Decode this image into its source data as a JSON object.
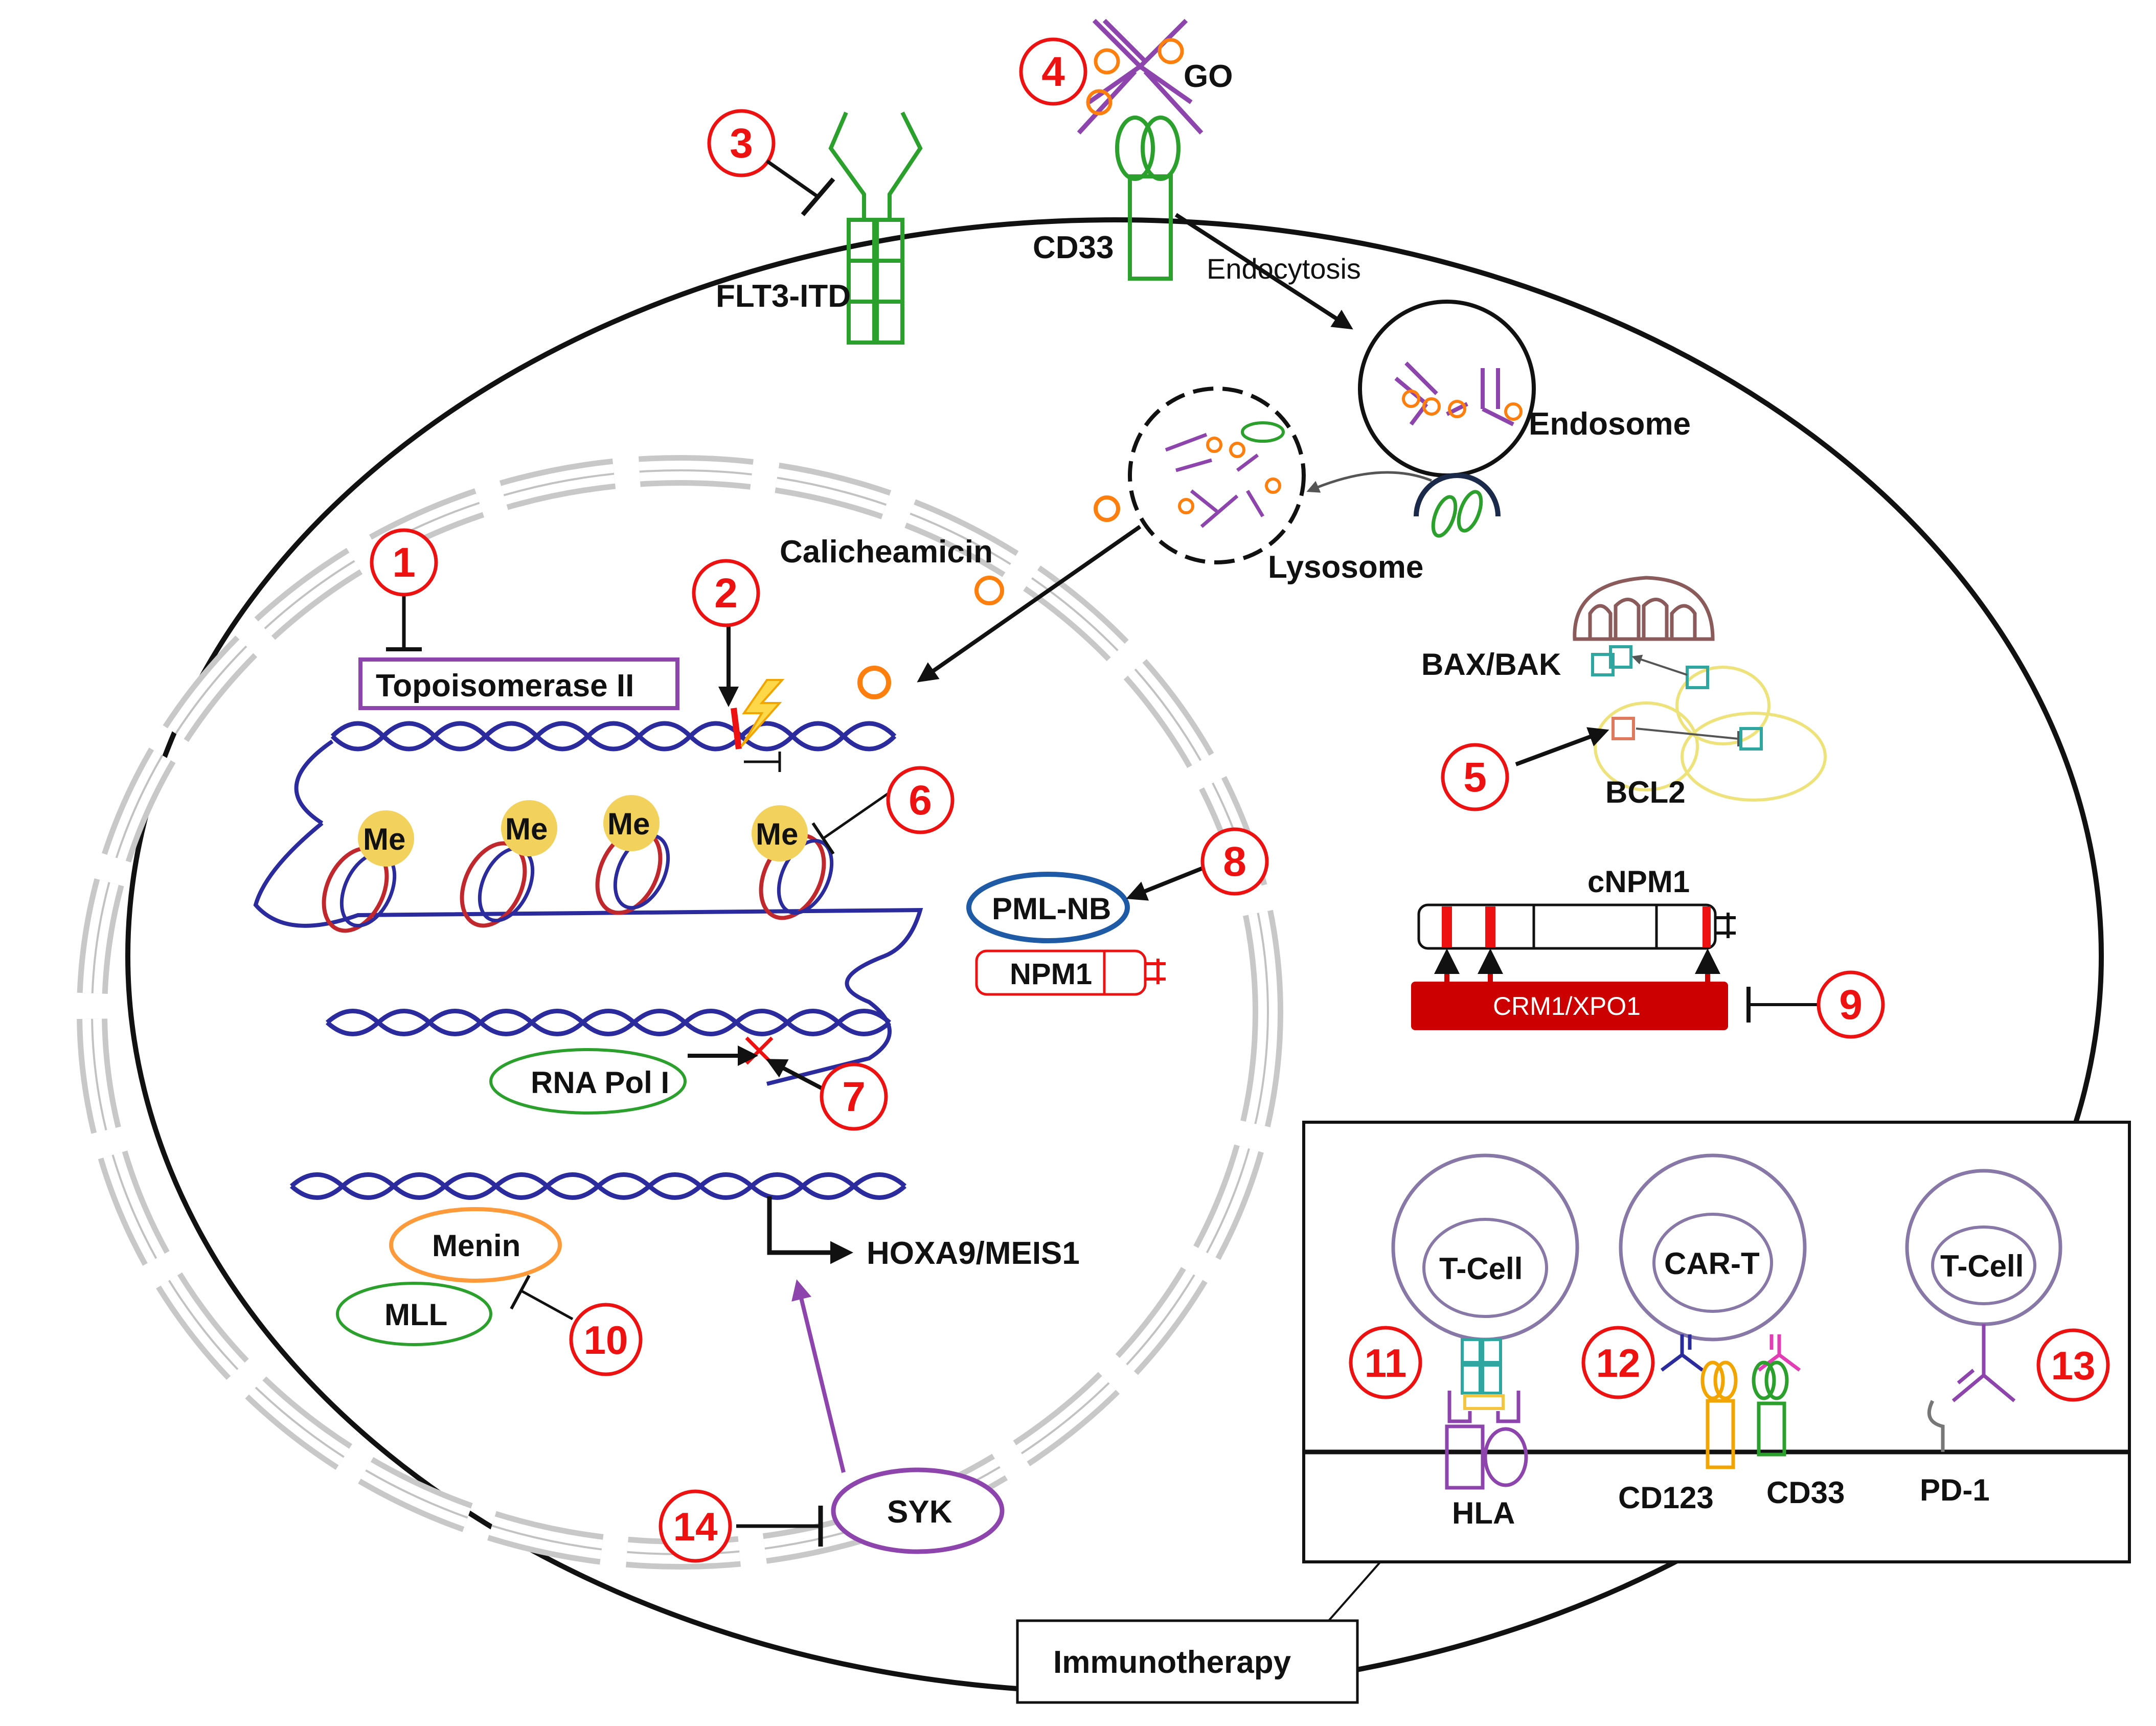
{
  "colors": {
    "red": "#ee1111",
    "green": "#2ca02c",
    "purple": "#8e44ad",
    "dna": "#2b2b9e",
    "orange": "#ff7f0e",
    "gray": "#cccccc",
    "yellow": "#f2d15c",
    "teal": "#2fa7a0"
  },
  "markers": [
    "1",
    "2",
    "3",
    "4",
    "5",
    "6",
    "7",
    "8",
    "9",
    "10",
    "11",
    "12",
    "13",
    "14"
  ],
  "labels": {
    "go": "GO",
    "cd33_membrane": "CD33",
    "endocytosis": "Endocytosis",
    "flt3": "FLT3-ITD",
    "endosome": "Endosome",
    "lysosome": "Lysosome",
    "calicheamicin": "Calicheamicin",
    "topoisomerase": "Topoisomerase II",
    "me": "Me",
    "pml_nb": "PML-NB",
    "npm1": "NPM1",
    "rna_pol": "RNA Pol I",
    "menin": "Menin",
    "mll": "MLL",
    "hoxa9": "HOXA9/MEIS1",
    "syk": "SYK",
    "bax_bak": "BAX/BAK",
    "bcl2": "BCL2",
    "cnpm1": "cNPM1",
    "crm1": "CRM1/XPO1",
    "tcell_1": "T-Cell",
    "cart": "CAR-T",
    "tcell_2": "T-Cell",
    "hla": "HLA",
    "cd123": "CD123",
    "cd33_car": "CD33",
    "pd1": "PD-1",
    "immunotherapy": "Immunotherapy"
  }
}
